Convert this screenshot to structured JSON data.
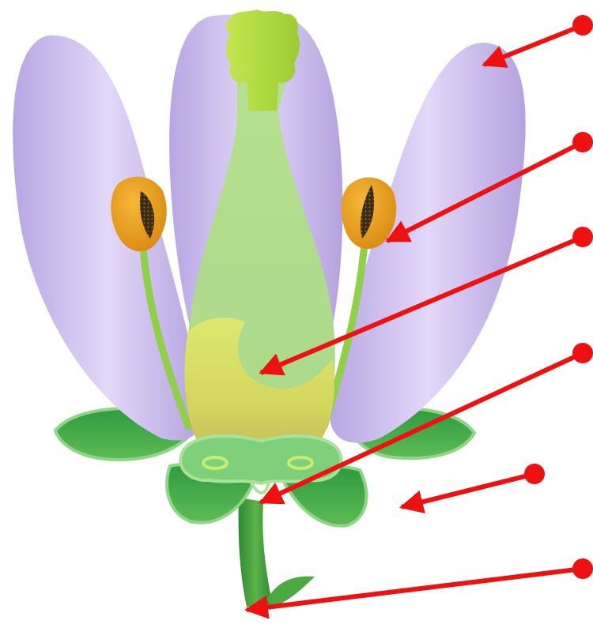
{
  "figure": {
    "subject": "flower-anatomy-diagram",
    "parts": [
      {
        "id": "petal",
        "label": ""
      },
      {
        "id": "anther",
        "label": ""
      },
      {
        "id": "ovary",
        "label": ""
      },
      {
        "id": "receptacle",
        "label": ""
      },
      {
        "id": "sepal",
        "label": ""
      },
      {
        "id": "stem",
        "label": ""
      }
    ],
    "colors": {
      "petal": "#c9b8ec",
      "petal_highlight": "#e6dcfa",
      "pistil": "#b5e08d",
      "ovary_base": "#d8e56a",
      "stigma": "#a6d63a",
      "anther": "#e8a21e",
      "filament": "#8fcf4a",
      "sepal": "#3fa64a",
      "sepal_light": "#7fd07a",
      "stem": "#3e9a3a",
      "pointer": "#ee1111"
    }
  }
}
